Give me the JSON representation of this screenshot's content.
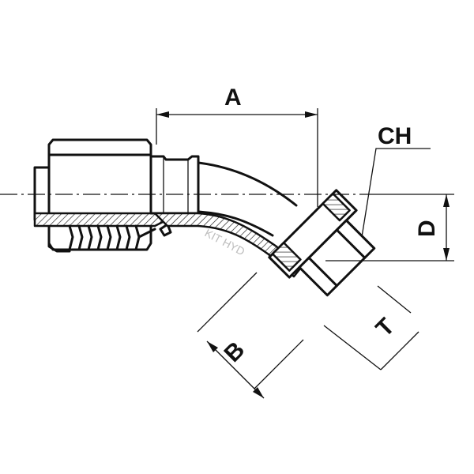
{
  "labels": {
    "a": "A",
    "b": "B",
    "ch": "CH",
    "d": "D",
    "t": "T"
  },
  "watermark": "KIT HYD",
  "colors": {
    "line": "#111111",
    "background": "#ffffff",
    "watermark": "#bdbdbd"
  }
}
